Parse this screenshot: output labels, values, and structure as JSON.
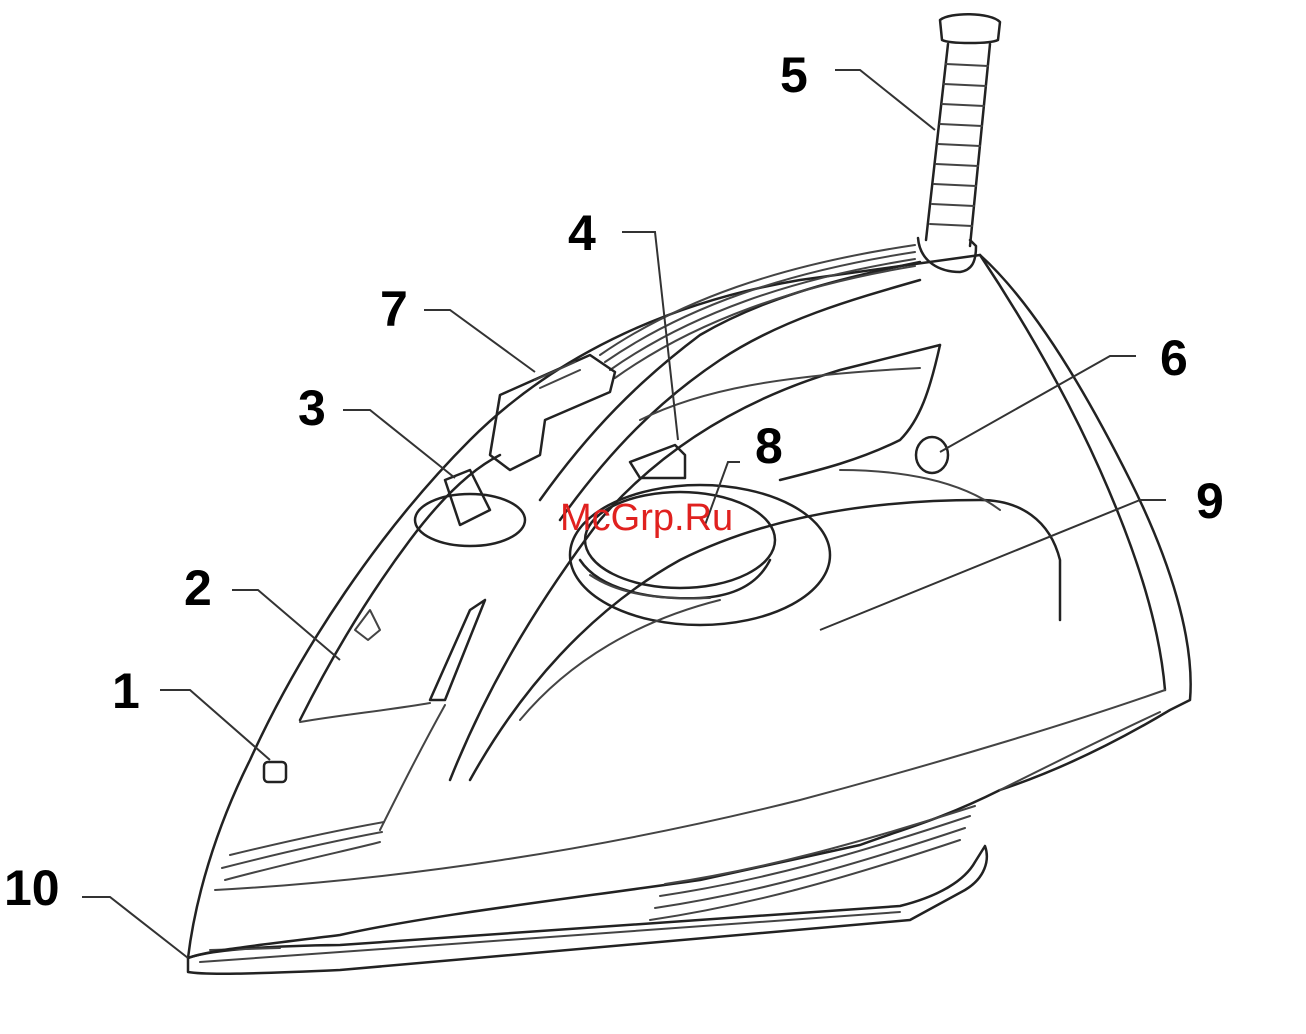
{
  "diagram": {
    "callouts": [
      {
        "id": "1",
        "text": "1"
      },
      {
        "id": "2",
        "text": "2"
      },
      {
        "id": "3",
        "text": "3"
      },
      {
        "id": "4",
        "text": "4"
      },
      {
        "id": "5",
        "text": "5"
      },
      {
        "id": "6",
        "text": "6"
      },
      {
        "id": "7",
        "text": "7"
      },
      {
        "id": "8",
        "text": "8"
      },
      {
        "id": "9",
        "text": "9"
      },
      {
        "id": "10",
        "text": "10"
      }
    ]
  },
  "watermark": {
    "text": "McGrp.Ru",
    "color": "#e0211f"
  }
}
